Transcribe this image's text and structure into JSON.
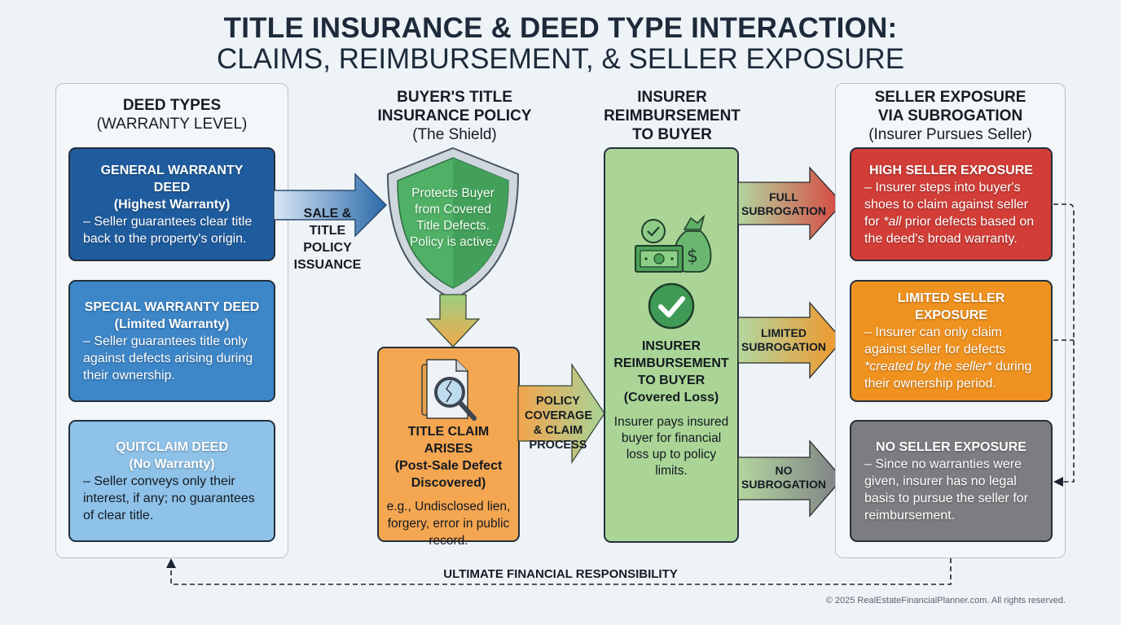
{
  "title": {
    "line1": "TITLE INSURANCE & DEED TYPE INTERACTION:",
    "line2": "CLAIMS, REIMBURSEMENT, & SELLER EXPOSURE"
  },
  "deed_types": {
    "heading": "DEED TYPES",
    "subheading": "(WARRANTY LEVEL)",
    "cards": [
      {
        "title": "GENERAL WARRANTY DEED",
        "subtitle": "(Highest Warranty)",
        "desc": "– Seller guarantees clear title back to the property's origin.",
        "color": "#1f5c9e"
      },
      {
        "title": "SPECIAL WARRANTY DEED",
        "subtitle": "(Limited Warranty)",
        "desc": "– Seller guarantees title only against defects arising during their ownership.",
        "color": "#3b82c4"
      },
      {
        "title": "QUITCLAIM DEED",
        "subtitle": "(No Warranty)",
        "desc": "– Seller conveys only their interest, if any; no guarantees of clear title.",
        "color": "#8dc0e6"
      }
    ]
  },
  "arrows": {
    "sale": "SALE & TITLE POLICY ISSUANCE",
    "policy_coverage": "POLICY COVERAGE & CLAIM PROCESS",
    "full": "FULL SUBROGATION",
    "limited": "LIMITED SUBROGATION",
    "none": "NO SUBROGATION"
  },
  "policy": {
    "heading_line1": "BUYER'S TITLE",
    "heading_line2": "INSURANCE POLICY",
    "subheading": "(The Shield)",
    "shield_text": "Protects Buyer from Covered Title Defects. Policy is active.",
    "shield_color": "#4caf62"
  },
  "claim": {
    "title": "TITLE CLAIM ARISES",
    "subtitle": "(Post-Sale Defect Discovered)",
    "desc": "e.g., Undisclosed lien, forgery, error in public record.",
    "icon": "document-magnifier-icon",
    "color": "#f4a64f"
  },
  "reimbursement": {
    "heading": "INSURER REIMBURSEMENT TO BUYER",
    "card_title": "INSURER REIMBURSEMENT TO BUYER",
    "card_subtitle": "(Covered Loss)",
    "desc": "Insurer pays insured buyer for financial loss up to policy limits.",
    "icons": [
      "check-circle-icon",
      "money-bag-icon",
      "cash-bill-icon",
      "big-check-icon"
    ],
    "color": "#aad495"
  },
  "seller_exposure": {
    "heading_line1": "SELLER EXPOSURE",
    "heading_line2": "VIA SUBROGATION",
    "subheading": "(Insurer Pursues Seller)",
    "cards": [
      {
        "title": "HIGH SELLER EXPOSURE",
        "desc_pre": "– Insurer steps into buyer's shoes to claim against seller for ",
        "desc_em": "*all",
        "desc_post": " prior defects based on the deed's broad warranty.",
        "color": "#d13c36"
      },
      {
        "title": "LIMITED SELLER EXPOSURE",
        "desc_pre": "– Insurer can only claim against seller for defects ",
        "desc_em": "*created by the seller*",
        "desc_post": " during their ownership period.",
        "color": "#f0921f"
      },
      {
        "title": "NO SELLER EXPOSURE",
        "desc_pre": "– Since no warranties were given, insurer has no legal basis to pursue the seller for reimbursement.",
        "desc_em": "",
        "desc_post": "",
        "color": "#7b7d80"
      }
    ]
  },
  "bottom_label": "ULTIMATE FINANCIAL RESPONSIBILITY",
  "footer": "© 2025 RealEstateFinancialPlanner.com. All rights reserved."
}
